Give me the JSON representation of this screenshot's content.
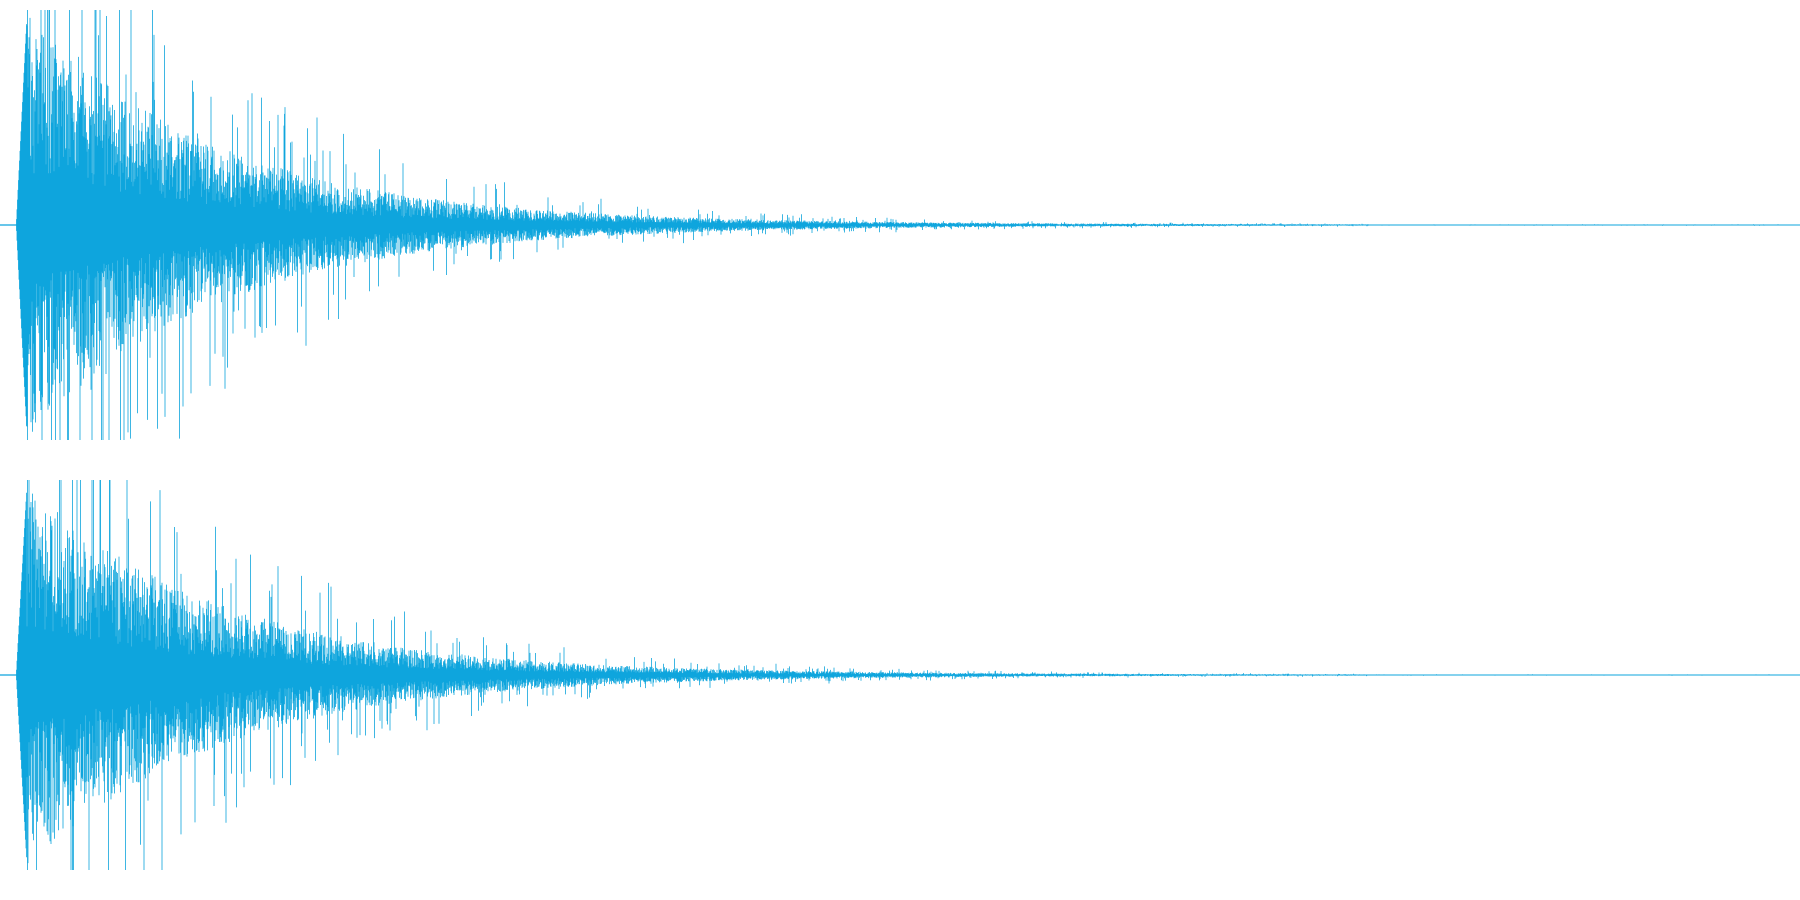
{
  "waveform": {
    "color": "#0ea5dd",
    "background": "#ffffff",
    "channels": [
      {
        "channel": "left"
      },
      {
        "channel": "right"
      }
    ],
    "envelope": {
      "attack_position": 0.015,
      "peak_amplitude": 0.98,
      "decay_shape": "exponential",
      "tail_end_position": 0.76
    }
  }
}
